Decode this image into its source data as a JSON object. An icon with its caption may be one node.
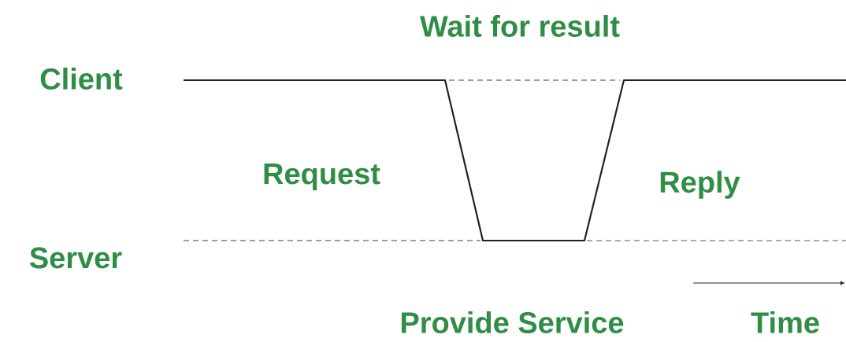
{
  "diagram": {
    "labels": [
      "Wait for result",
      "Client",
      "Request",
      "Reply",
      "Server",
      "Provide Service",
      "Time"
    ]
  }
}
